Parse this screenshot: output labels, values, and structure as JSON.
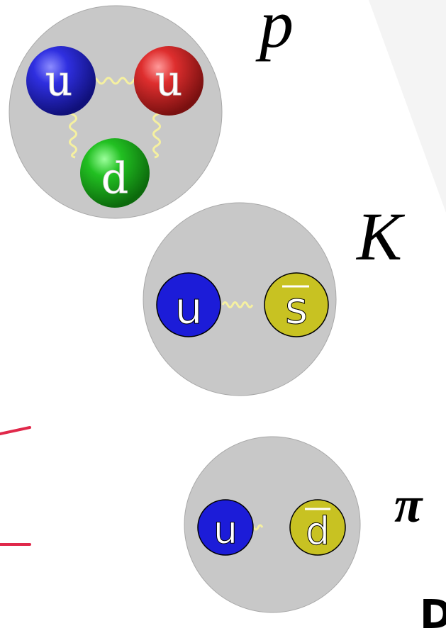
{
  "particles": {
    "proton": {
      "symbol": "p",
      "quarks": [
        {
          "label": "u",
          "color": "#2a2ad6"
        },
        {
          "label": "u",
          "color": "#d42a2a"
        },
        {
          "label": "d",
          "color": "#1fb51f"
        }
      ]
    },
    "kaon": {
      "symbol": "K",
      "quarks": [
        {
          "label": "u",
          "color": "#1c1cd8"
        },
        {
          "label": "s",
          "antiquark": true,
          "color": "#c8c222"
        }
      ]
    },
    "pion": {
      "symbol": "π",
      "quarks": [
        {
          "label": "u",
          "color": "#1c1cd8"
        },
        {
          "label": "d",
          "antiquark": true,
          "color": "#c8c222"
        }
      ]
    }
  },
  "colors": {
    "hadron_fill": "#c8c8c8",
    "hadron_stroke": "#a8a8a8",
    "gluon": "#f5f0a0",
    "track_red": "#e0284a",
    "fan_gray": "#f4f4f4"
  },
  "cutoff_text": "D"
}
